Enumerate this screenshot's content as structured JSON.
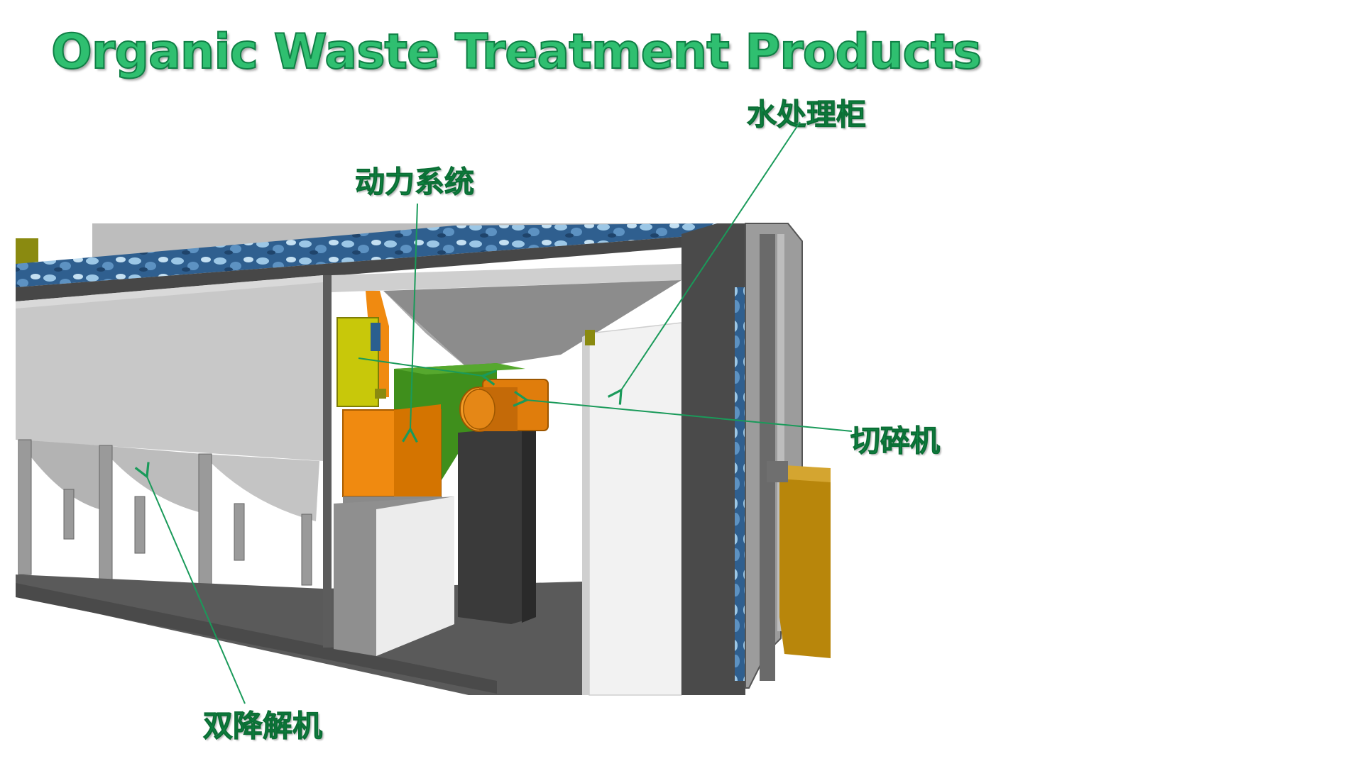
{
  "title": "Organic Waste Treatment Products",
  "labels": {
    "water_treatment_cabinet": "水处理柜",
    "power_system": "动力系统",
    "shredder": "切碎机",
    "dual_degrader": "双降解机"
  },
  "colors": {
    "title_fill": "#2fbf70",
    "title_stroke": "#0f7f45",
    "label_green": "#0f8a45",
    "arrow_green": "#1a9a5a",
    "frame_dark": "#4a4a4a",
    "hopper_gray": "#c9c9c9",
    "cabinet_white": "#f2f2f2",
    "motor_orange": "#f08a10",
    "panel_yellow": "#c8c80a",
    "shredder_green": "#3f8f1c",
    "bin_gold": "#b8860b",
    "camo_blue": "#3b6f9c"
  }
}
